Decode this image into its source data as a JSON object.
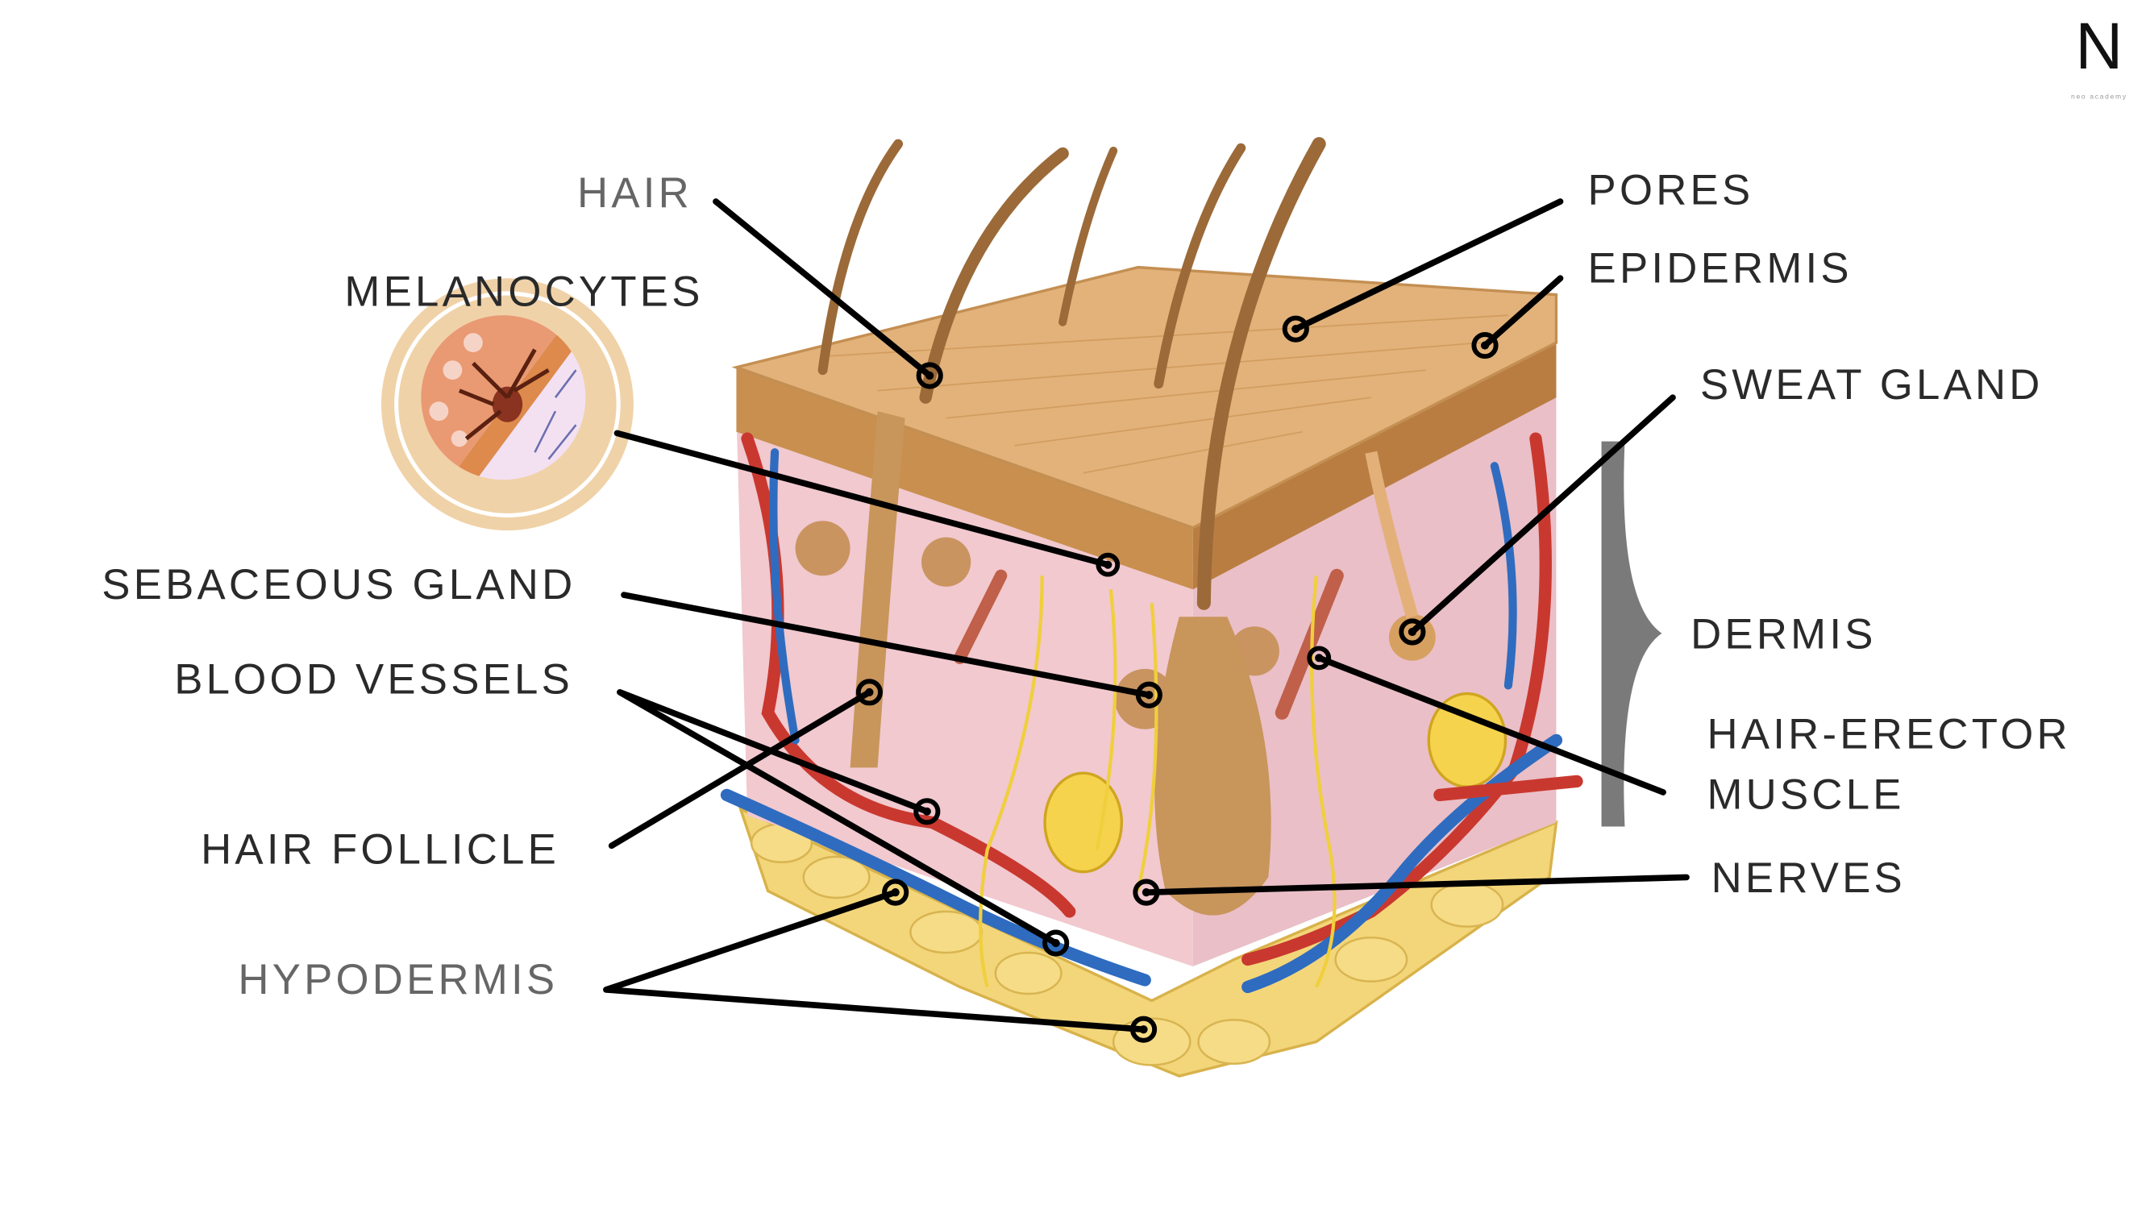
{
  "logo": {
    "letter": "N",
    "name": "neo academy"
  },
  "labels": {
    "hair": "HAIR",
    "melanocytes": "MELANOCYTES",
    "sebaceous_gland": "SEBACEOUS GLAND",
    "blood_vessels": "BLOOD VESSELS",
    "hair_follicle": "HAIR FOLLICLE",
    "hypodermis": "HYPODERMIS",
    "pores": "PORES",
    "epidermis": "EPIDERMIS",
    "sweat_gland": "SWEAT GLAND",
    "dermis": "DERMIS",
    "hair_erector_line1": "HAIR-ERECTOR",
    "hair_erector_line2": "MUSCLE",
    "nerves": "NERVES"
  },
  "colors": {
    "epidermis": "#d9a66a",
    "dermis": "#f1c9cf",
    "hypodermis": "#f3d67a",
    "artery": "#c9382f",
    "vein": "#2f6cc0",
    "inset_ring": "#f0d2a8",
    "bracket": "#7a7a7a"
  }
}
